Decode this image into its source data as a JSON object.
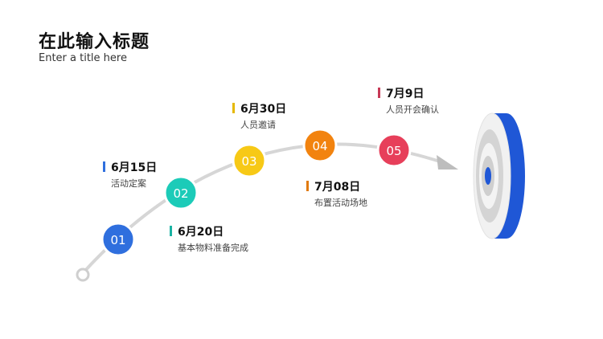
{
  "header": {
    "title": "在此输入标题",
    "subtitle": "Enter a title here"
  },
  "steps": [
    {
      "number": "01",
      "date": "6月15日",
      "desc": "活动定案",
      "color": "#2f6fde",
      "accent": "#2f6fde"
    },
    {
      "number": "02",
      "date": "6月20日",
      "desc": "基本物料准备完成",
      "color": "#1ccbb8",
      "accent": "#1ab3a3"
    },
    {
      "number": "03",
      "date": "6月30日",
      "desc": "人员邀请",
      "color": "#f7c916",
      "accent": "#e5b800"
    },
    {
      "number": "04",
      "date": "7月08日",
      "desc": "布置活动场地",
      "color": "#f2830f",
      "accent": "#e07a0e"
    },
    {
      "number": "05",
      "date": "7月9日",
      "desc": "人员开会确认",
      "color": "#e73f5a",
      "accent": "#c73a56"
    }
  ],
  "colors": {
    "path": "#d6d6d6",
    "arrow": "#bdbdbd",
    "target_blue": "#1f57d6"
  },
  "icons": {
    "start": "ring-start-icon",
    "goal": "target-icon"
  }
}
